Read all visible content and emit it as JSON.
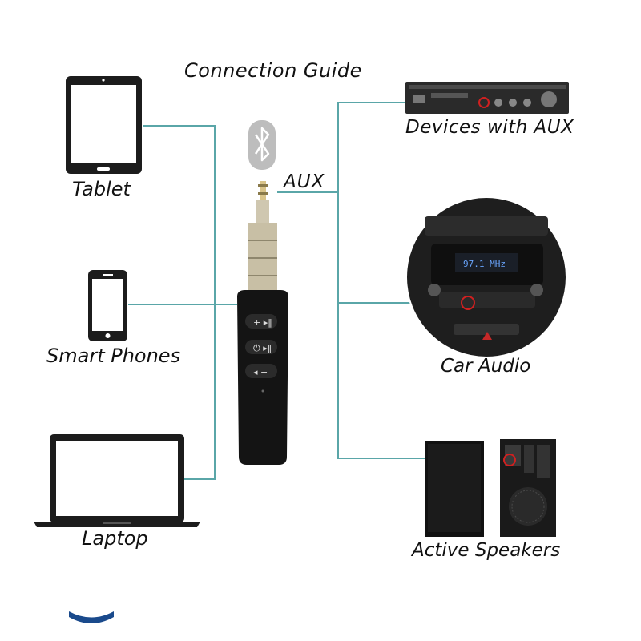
{
  "title": "Connection Guide",
  "sources": [
    {
      "label": "Tablet",
      "icon": "tablet-icon"
    },
    {
      "label": "Smart Phones",
      "icon": "smartphone-icon"
    },
    {
      "label": "Laptop",
      "icon": "laptop-icon"
    }
  ],
  "center": {
    "label": "AUX",
    "icon": "bluetooth-icon",
    "device": "bluetooth-aux-receiver"
  },
  "targets": [
    {
      "label": "Devices with AUX",
      "icon": "amplifier-icon"
    },
    {
      "label": "Car Audio",
      "icon": "car-dashboard-icon"
    },
    {
      "label": "Active Speakers",
      "icon": "speakers-icon"
    }
  ],
  "colors": {
    "connector": "#5aa6a8",
    "device_dark": "#1a1a1a",
    "badge": "#bdbdbd"
  }
}
